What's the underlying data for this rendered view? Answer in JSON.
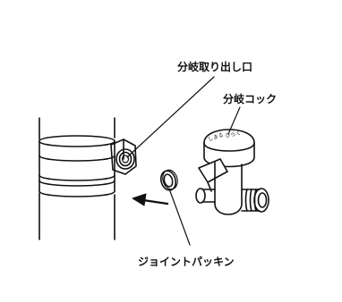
{
  "labels": {
    "branch_outlet": "分岐取り出し口",
    "branch_cock": "分岐コック",
    "joint_packing": "ジョイントパッキン"
  },
  "cock_knob_marks": {
    "close": "しまる",
    "open": "ひらく"
  },
  "colors": {
    "line": "#111111",
    "background": "#ffffff"
  }
}
